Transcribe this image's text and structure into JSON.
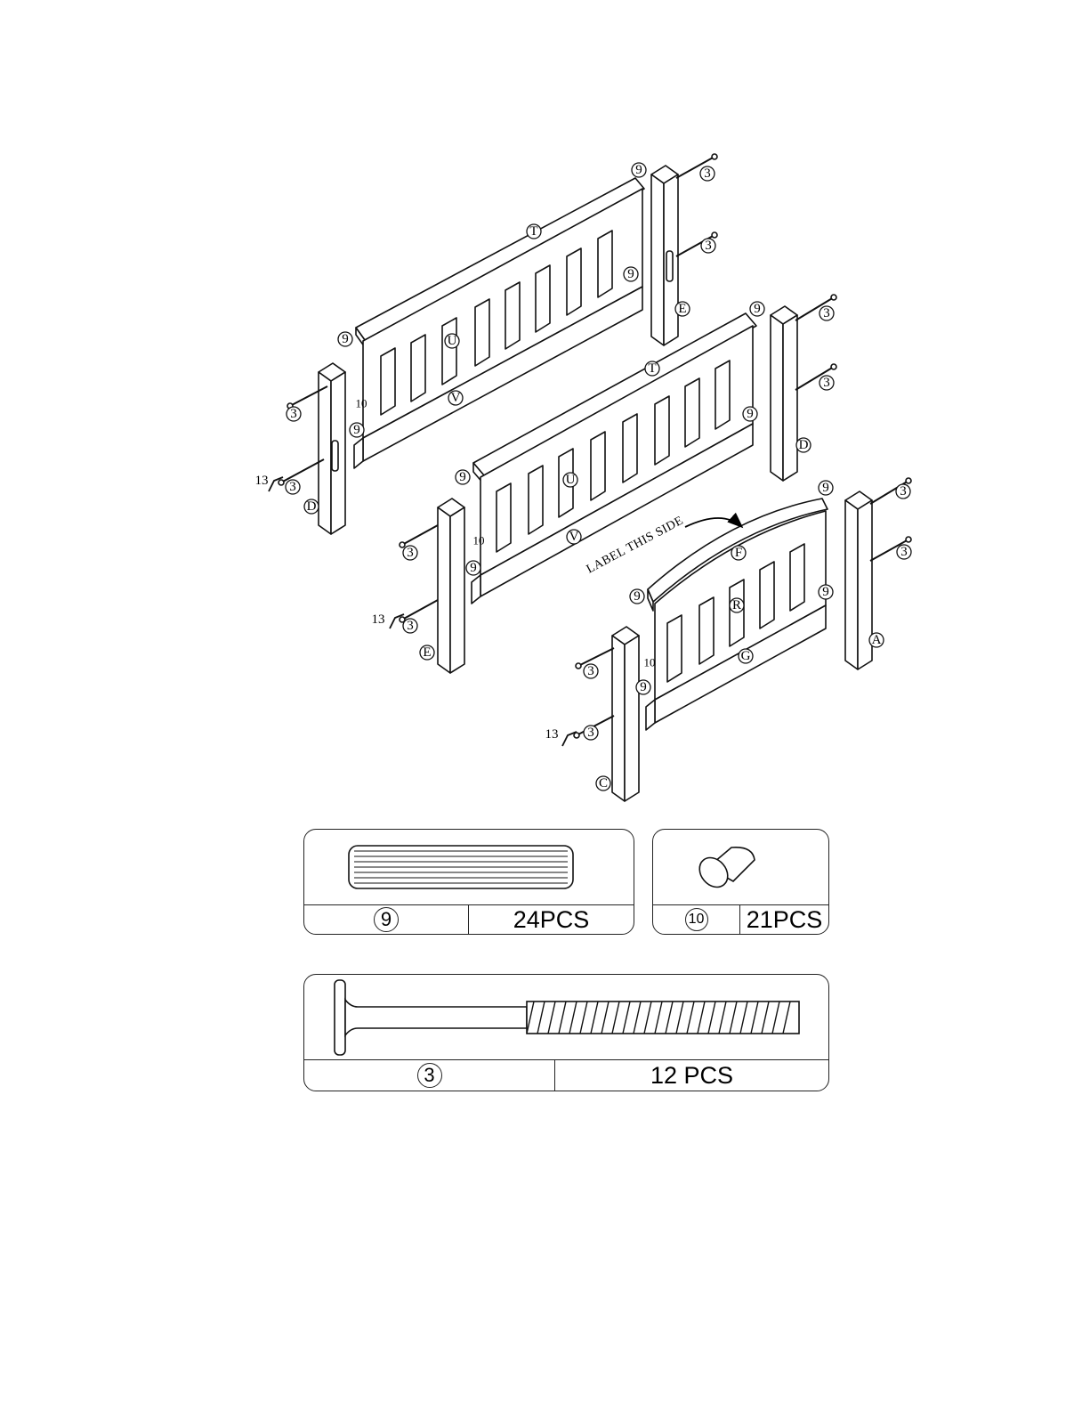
{
  "diagram": {
    "note": "LABEL THIS SIDE",
    "part_letters": {
      "T": "T",
      "U": "U",
      "V": "V",
      "D": "D",
      "E": "E",
      "F": "F",
      "R": "R",
      "G": "G",
      "A": "A",
      "C": "C"
    },
    "hardware_numbers": {
      "dowel": "9",
      "barrel_nut": "10",
      "bolt": "3",
      "allen_key": "13"
    }
  },
  "hardware_boxes": [
    {
      "part": "9",
      "qty": "24PCS",
      "icon": "wooden-dowel-icon"
    },
    {
      "part": "10",
      "qty": "21PCS",
      "icon": "barrel-nut-icon"
    },
    {
      "part": "3",
      "qty": "12 PCS",
      "icon": "bolt-icon"
    }
  ]
}
